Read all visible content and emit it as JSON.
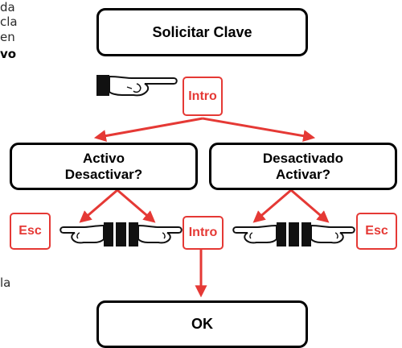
{
  "left_text": [
    "da",
    "cla",
    "en",
    "vo",
    "la"
  ],
  "nodes": {
    "solicitar": "Solicitar Clave",
    "activo": {
      "line1": "Activo",
      "line2": "Desactivar?"
    },
    "desactivado": {
      "line1": "Desactivado",
      "line2": "Activar?"
    },
    "ok": "OK"
  },
  "keys": {
    "intro": "Intro",
    "esc": "Esc"
  },
  "colors": {
    "accent": "#e53935",
    "line": "#000000",
    "text_left": "#2a2a2a"
  },
  "icons": [
    "pointing-hand-icon",
    "switch-icon"
  ]
}
